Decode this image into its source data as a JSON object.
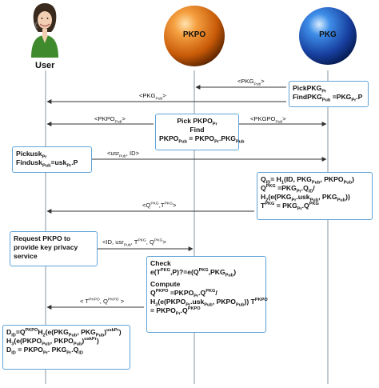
{
  "actors": {
    "user": "User",
    "pkpo": "PKPO",
    "pkg": "PKG"
  },
  "colors": {
    "pkpo_orb": "#e07a1a",
    "pkg_orb": "#2060c0",
    "box_border": "#5fa3d8",
    "lifeline": "#9aa7b4",
    "arrow": "#333333"
  },
  "icons": {
    "user": "person-avatar-icon",
    "pkpo": "orange-sphere-icon",
    "pkg": "blue-sphere-icon"
  },
  "messages": {
    "m1": "<PKG_Pub>",
    "m2": "<PKG_Pub>",
    "m3": "<PKPO_Pub>",
    "m4": "<PKGPO_Pub>",
    "m5": "<usr_Pub, ID>",
    "m6": "<Q^PKG, T^PKG>",
    "m7": "<ID, usr_Pub, T^PKG, Q^PKG>",
    "m8": "< T^PKPO, Q^PKPO >"
  },
  "boxes": {
    "pkg_pick": [
      "PickPKG_Pr",
      "FindPKG_Pub = PKG_Pr.P"
    ],
    "pkpo_pick": [
      "Pick PKPO_Pr",
      "Find",
      "PKPO_Pub = PKPO_Pr.PKG_Pub"
    ],
    "user_pick": [
      "Pickusk_Pr",
      "Findusk_Pub = usk_Pr.P"
    ],
    "pkg_compute": [
      "Q_ID = H_1(ID, PKG_Pub, PKPO_Pub)",
      "Q^PKG = PKG_Pr.Q_ID/",
      "H_2(e(PKG_Pr.usk_Pub, PKG_Pub))",
      "T^PKG = PKG_Pr.Q^PKG"
    ],
    "user_request": [
      "Request PKPO to",
      "provide key privacy",
      "service"
    ],
    "pkpo_check": [
      "Check",
      "e(T^PKG, P) ?= e(Q^PKG, PKG_Pub)",
      "Compute",
      "Q^PKPO = PKPO_Pr.Q^PKG/",
      "H_3(e(PKPO_Pr.usk_Pub, PKPO_Pub)) T^PKPO",
      "= PKPO_Pr.Q^PKPO"
    ],
    "user_final": [
      "D_ID = Q^PKPO H_2(e(PKG_Pub, PKG_Pub)^uskPr)",
      "H_3(e(PKPO_Pub, PKPO_Pub)^uskPr)",
      "D_ID = PKPO_Pr.PKG_Pr.Q_ID"
    ]
  }
}
